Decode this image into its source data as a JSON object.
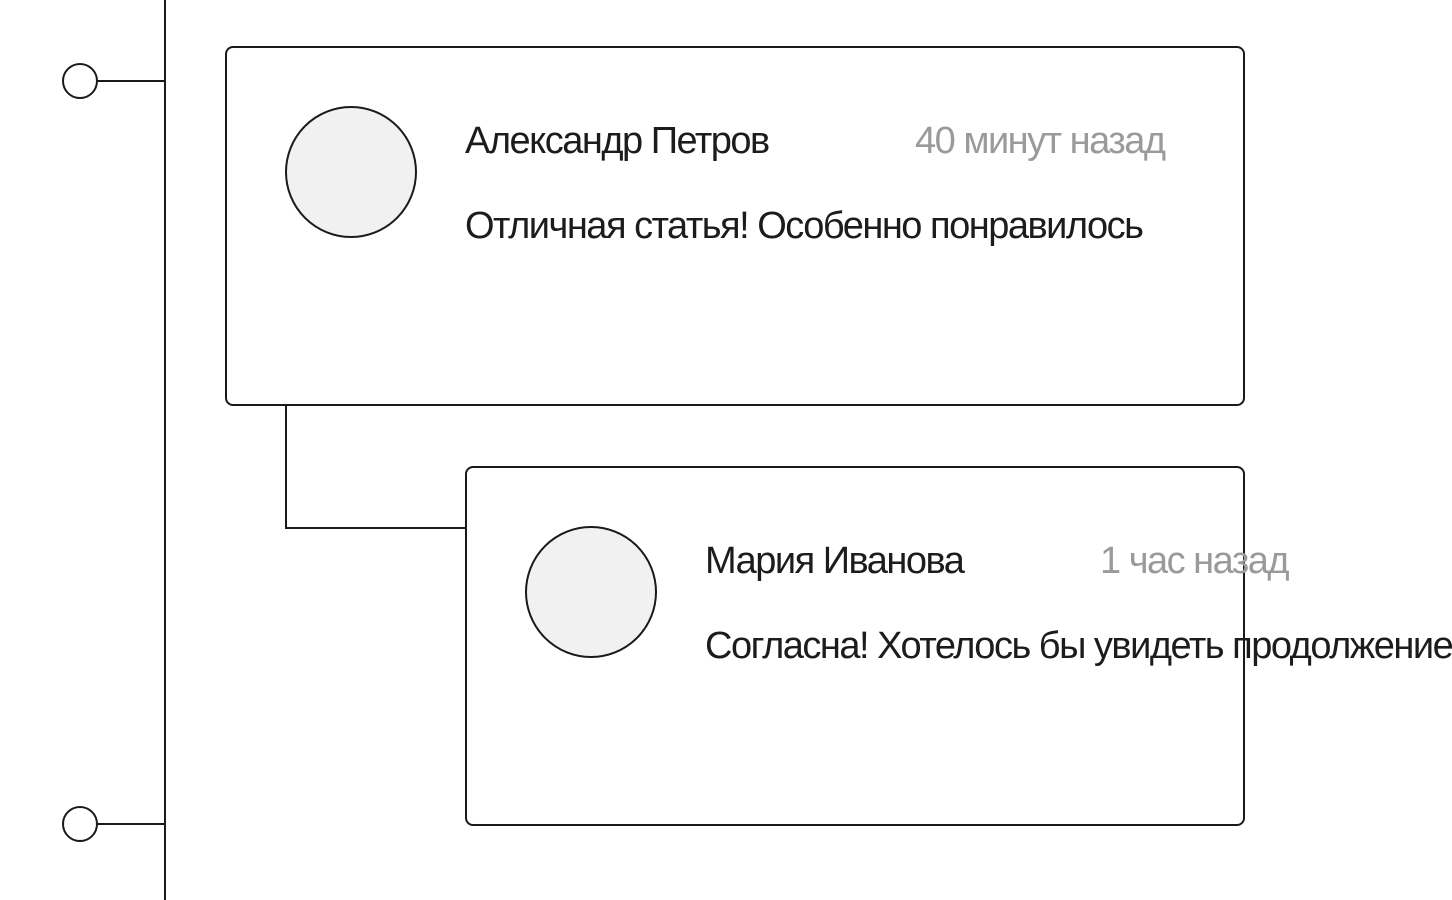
{
  "comments": [
    {
      "author": "Александр Петров",
      "time": "40 минут назад",
      "text": "Отличная статья! Особенно понравилось"
    },
    {
      "author": "Мария Иванова",
      "time": "1 час назад",
      "text": "Согласна! Хотелось бы увидеть продолжение"
    }
  ]
}
